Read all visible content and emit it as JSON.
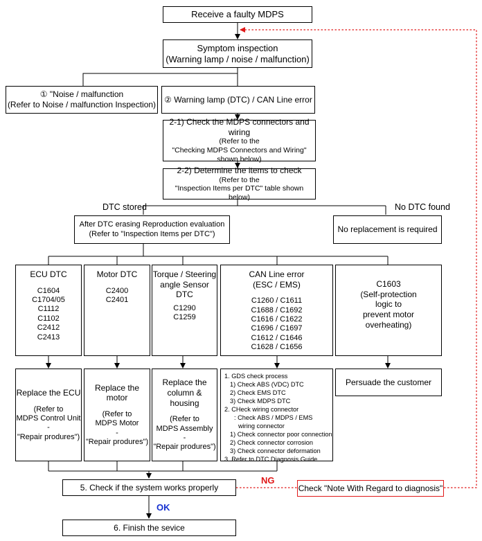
{
  "colors": {
    "line": "#000000",
    "ng_path": "#e01818",
    "ok_label": "#1530d0"
  },
  "receive": "Receive a faulty MDPS",
  "symptom": {
    "line1": "Symptom inspection",
    "line2": "(Warning lamp / noise / malfunction)"
  },
  "noise": {
    "line1": "① \"Noise / malfunction",
    "line2": "(Refer to Noise / malfunction Inspection)"
  },
  "warning": "② Warning lamp (DTC) / CAN Line error",
  "step21": {
    "line1": "2-1) Check the MDPS connectors and wiring",
    "line2": "(Refer to the",
    "line3": "\"Checking  MDPS Connectors and Wiring\"",
    "line4": "shown below)"
  },
  "step22": {
    "line1": "2-2) Determine the items to check",
    "line2": "(Refer to the",
    "line3": "\"Inspection Items per DTC\" table shown below)"
  },
  "branch_labels": {
    "dtc_stored": "DTC stored",
    "no_dtc": "No DTC found"
  },
  "after_dtc": {
    "line1": "After DTC erasing Reproduction evaluation",
    "line2": "(Refer to \"Inspection Items per DTC\")"
  },
  "no_replacement": "No replacement is required",
  "categories": {
    "ecu": {
      "title": "ECU DTC",
      "codes": [
        "C1604",
        "C1704/05",
        "C1112",
        "C1102",
        "C2412",
        "C2413"
      ]
    },
    "motor": {
      "title": "Motor DTC",
      "codes": [
        "C2400",
        "C2401"
      ]
    },
    "torque": {
      "title1": "Torque / Steering",
      "title2": "angle Sensor",
      "title3": "DTC",
      "codes": [
        "C1290",
        "C1259"
      ]
    },
    "can": {
      "title1": "CAN Line error",
      "title2": "(ESC / EMS)",
      "codes": [
        "C1260 / C1611",
        "C1688 / C1692",
        "C1616 / C1622",
        "C1696 / C1697",
        "C1612 / C1646",
        "C1628 / C1656"
      ]
    },
    "c1603": {
      "lines": [
        "C1603",
        "(Self-protection",
        "logic to",
        "prevent motor",
        "overheating)"
      ]
    }
  },
  "actions": {
    "ecu": {
      "title": "Replace the ECU",
      "ref1": "(Refer to",
      "ref2": "MDPS Control Unit",
      "ref3": "-",
      "ref4": "\"Repair produres\")"
    },
    "motor": {
      "title": "Replace the motor",
      "ref1": "(Refer to",
      "ref2": "MDPS Motor",
      "ref3": "-",
      "ref4": "\"Repair produres\")"
    },
    "column": {
      "title1": "Replace the",
      "title2": "column & housing",
      "ref1": "(Refer to",
      "ref2": "MDPS Assembly",
      "ref3": "-",
      "ref4": "\"Repair produres\")"
    },
    "can_list": [
      "1. GDS check process",
      "1) Check ABS (VDC) DTC",
      "2) Check EMS DTC",
      "3) Check MDPS DTC",
      "2. CHeck wiring connector",
      ": Check ABS / MDPS / EMS",
      "wiring connector",
      "1) Check connector poor connection",
      "2) Check connector corrosion",
      "3) Check connector deformation",
      "3. Refer to DTC Diagnosis Guide"
    ],
    "persuade": "Persuade the customer"
  },
  "check_system": "5. Check if the system works properly",
  "ng_label": "NG",
  "note_box": "Check \"Note With Regard to diagnosis\"",
  "ok_label": "OK",
  "finish": "6. Finish the sevice"
}
